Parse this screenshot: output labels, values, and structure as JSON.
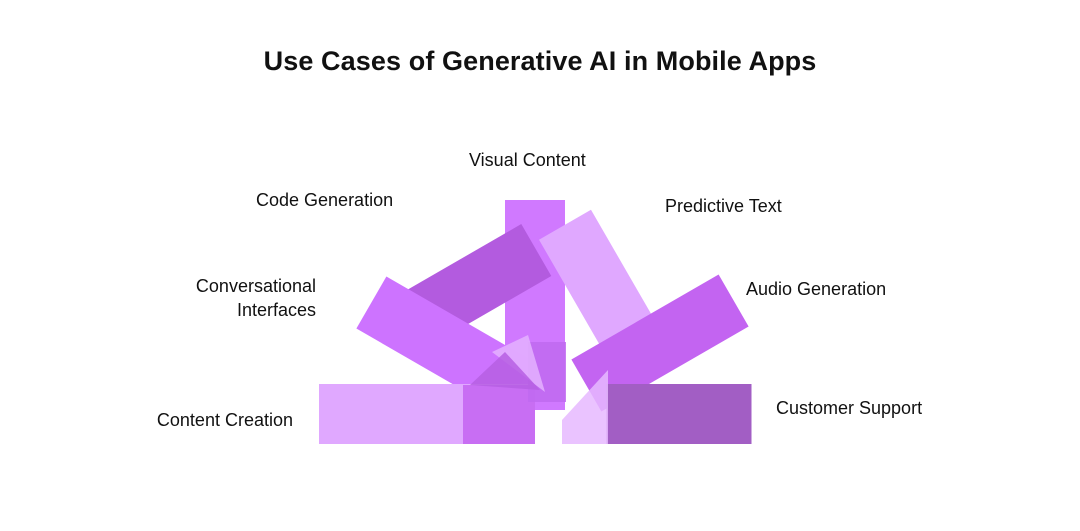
{
  "title": "Use Cases of Generative AI in Mobile Apps",
  "use_cases": [
    {
      "id": "content-creation",
      "label": "Content Creation",
      "color": "#E0A8FF"
    },
    {
      "id": "conversational-interfaces",
      "label": "Conversational\nInterfaces",
      "color": "#CD73FF"
    },
    {
      "id": "code-generation",
      "label": "Code Generation",
      "color": "#B35BDF"
    },
    {
      "id": "visual-content",
      "label": "Visual Content",
      "color": "#D079FF"
    },
    {
      "id": "predictive-text",
      "label": "Predictive Text",
      "color": "#E0A8FF"
    },
    {
      "id": "audio-generation",
      "label": "Audio Generation",
      "color": "#C364F1"
    },
    {
      "id": "customer-support",
      "label": "Customer Support",
      "color": "#A25EC4"
    }
  ]
}
